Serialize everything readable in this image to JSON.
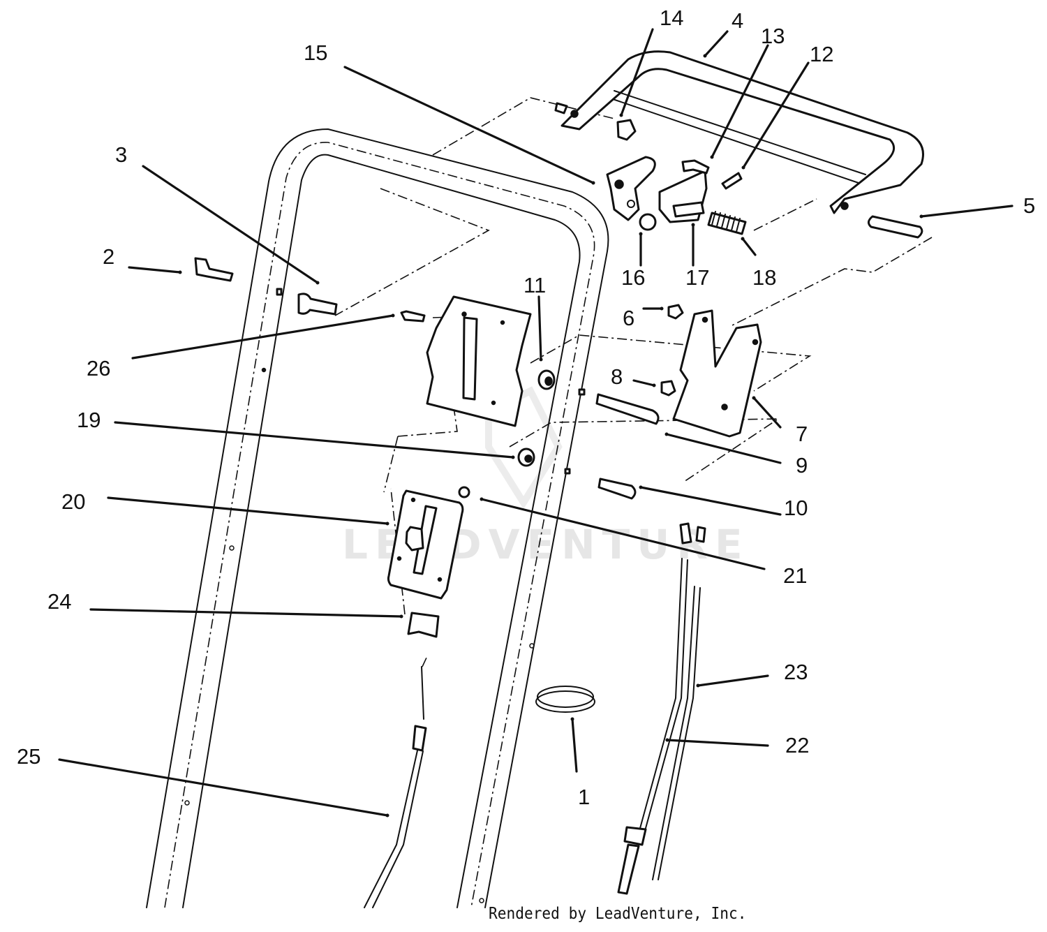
{
  "diagram": {
    "watermark_text": "LEADVENTURE",
    "footer_credit": "Rendered by LeadVenture, Inc."
  },
  "callouts": [
    {
      "id": "p1",
      "text": "1"
    },
    {
      "id": "p2",
      "text": "2"
    },
    {
      "id": "p3",
      "text": "3"
    },
    {
      "id": "p4",
      "text": "4"
    },
    {
      "id": "p5",
      "text": "5"
    },
    {
      "id": "p6",
      "text": "6"
    },
    {
      "id": "p7",
      "text": "7"
    },
    {
      "id": "p8",
      "text": "8"
    },
    {
      "id": "p9",
      "text": "9"
    },
    {
      "id": "p10",
      "text": "10"
    },
    {
      "id": "p11",
      "text": "11"
    },
    {
      "id": "p12",
      "text": "12"
    },
    {
      "id": "p13",
      "text": "13"
    },
    {
      "id": "p14",
      "text": "14"
    },
    {
      "id": "p15",
      "text": "15"
    },
    {
      "id": "p16",
      "text": "16"
    },
    {
      "id": "p17",
      "text": "17"
    },
    {
      "id": "p18",
      "text": "18"
    },
    {
      "id": "p19",
      "text": "19"
    },
    {
      "id": "p20",
      "text": "20"
    },
    {
      "id": "p21",
      "text": "21"
    },
    {
      "id": "p22",
      "text": "22"
    },
    {
      "id": "p23",
      "text": "23"
    },
    {
      "id": "p24",
      "text": "24"
    },
    {
      "id": "p25",
      "text": "25"
    },
    {
      "id": "p26",
      "text": "26"
    }
  ]
}
